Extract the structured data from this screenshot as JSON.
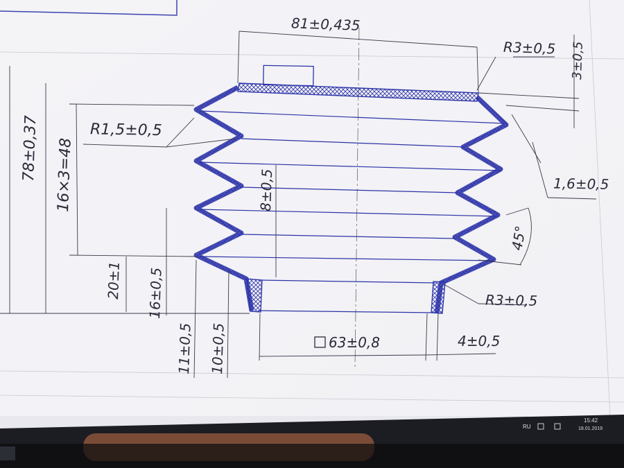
{
  "drawing": {
    "dimensions": {
      "overall_width": "81±0,435",
      "top_radius": "R3±0,5",
      "top_wall": "3±0,5",
      "overall_height": "78±0,37",
      "pleat_pitch": "16×3=48",
      "fold_radius": "R1,5±0,5",
      "inner_pleat": "8±0,5",
      "pleat_depth": "1,6±0,5",
      "angle": "45°",
      "bottom_collar": "20±1",
      "inner_step": "16±0,5",
      "bottom_radius": "R3±0,5",
      "left_11": "11±0,5",
      "left_10": "10±0,5",
      "base_square": "63±0,8",
      "wall_thickness": "4±0,5"
    },
    "colors": {
      "paper": "#f4f3f6",
      "line": "#2b33a8",
      "dim_line": "#3a3a4a"
    }
  },
  "taskbar": {
    "language": "RU",
    "time": "15:42",
    "date": "18.01.2019"
  }
}
